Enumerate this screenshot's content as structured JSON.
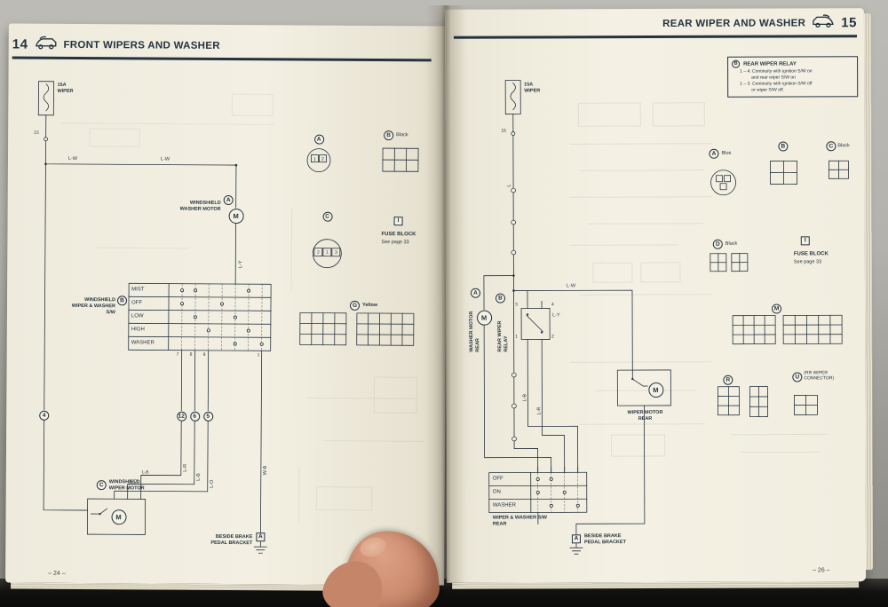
{
  "left": {
    "page_number": "14",
    "title": "FRONT WIPERS AND WASHER",
    "footer": "– 24 –",
    "fuse_label": "15A\nWIPER",
    "pin_15": "15",
    "wire_lw_1": "L-W",
    "wire_lw_2": "L-W",
    "washer_motor_letter": "A",
    "washer_motor_label": "WINDSHIELD\nWASHER MOTOR",
    "washer_motor_m": "M",
    "wire_ly": "L-Y",
    "switch_letter": "B",
    "switch_label": "WINDSHIELD\nWIPER & WASHER\nS/W",
    "switch_rows": [
      "MIST",
      "OFF",
      "LOW",
      "HIGH",
      "WASHER"
    ],
    "table_pins": [
      "7",
      "8",
      "9",
      "1"
    ],
    "junctions": [
      "4",
      "12",
      "6",
      "5"
    ],
    "wire_lr": "L-R",
    "wire_lb": "L-B",
    "wire_lo": "L-O",
    "wire_wb": "W-B",
    "wire_lb_2": "L-B",
    "wire_lo_2": "L-O",
    "wiper_motor_letter": "C",
    "wiper_motor_label": "WINDSHIELD\nWIPER MOTOR",
    "wiper_motor_m": "M",
    "ground_letter": "A",
    "ground_label": "BESIDE BRAKE\nPEDAL BRACKET",
    "conn_a_letter": "A",
    "conn_a_pin_1": "1",
    "conn_a_pin_2": "2",
    "conn_b_letter": "B",
    "conn_b_color": "Black",
    "conn_c_letter": "C",
    "conn_c_pins": [
      "2",
      "1",
      "3"
    ],
    "fuse_block_letter": "I",
    "fuse_block_title": "FUSE BLOCK",
    "fuse_block_note": "See page 33",
    "conn_g_letter": "G",
    "conn_g_color": "Yellow"
  },
  "right": {
    "page_number": "15",
    "title": "REAR WIPER AND WASHER",
    "footer": "– 26 –",
    "note_letter": "B",
    "note_title": "REAR WIPER RELAY",
    "note_line1": "1 – 4: Continuity with ignition S/W on",
    "note_line2": "and rear wiper S/W on",
    "note_line3": "1 – 3: Continuity with ignition S/W off",
    "note_line4": "or wiper S/W off.",
    "fuse_label": "15A\nWIPER",
    "pin_15": "15",
    "wire_l": "L",
    "wire_lw": "L-W",
    "wire_ly": "L-Y",
    "wire_lb": "L-B",
    "wire_lr": "L-R",
    "washer_motor_letter": "A",
    "washer_motor_label": "WASHER MOTOR\nREAR",
    "washer_motor_m": "M",
    "relay_letter": "B",
    "relay_label": "REAR WIPER\nRELAY",
    "relay_pin_1": "1",
    "relay_pin_2": "2",
    "relay_pin_3": "3",
    "relay_pin_4": "4",
    "wiper_motor_label": "WIPER MOTOR\nREAR",
    "wiper_motor_m": "M",
    "conn_a_letter": "A",
    "conn_a_color": "Blue",
    "conn_b_letter": "B",
    "conn_c_letter": "C",
    "conn_c_color": "Black",
    "conn_d_letter": "D",
    "conn_d_color": "Black",
    "fuse_block_letter": "I",
    "fuse_block_title": "FUSE BLOCK",
    "fuse_block_note": "See page 33",
    "conn_m_letter": "M",
    "conn_r_letter": "R",
    "conn_u_letter": "U",
    "conn_u_label": "(RR WIPER\nCONNECTOR)",
    "switch_rows": [
      "OFF",
      "ON",
      "WASHER"
    ],
    "switch_label": "WIPER & WASHER S/W\nREAR",
    "ground_letter": "A",
    "ground_label": "BESIDE BRAKE\nPEDAL BRACKET"
  }
}
